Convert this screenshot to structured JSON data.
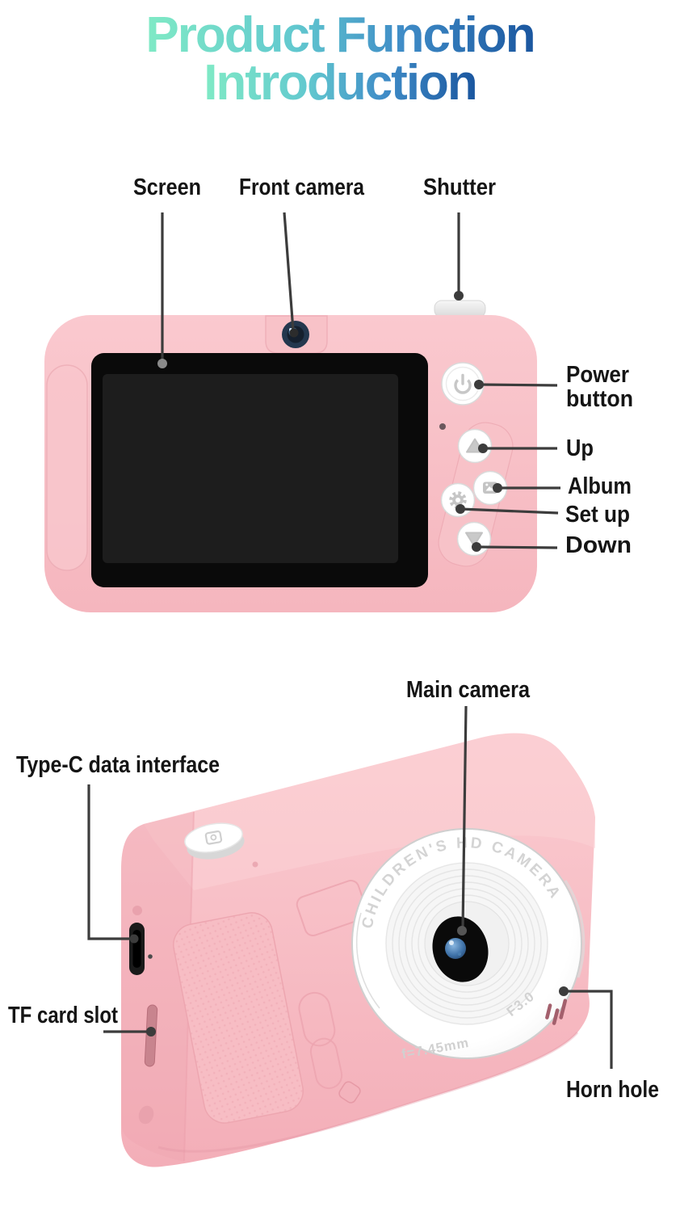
{
  "title": {
    "line1": "Product Function",
    "line2": "Introduction"
  },
  "back_view": {
    "labels": {
      "screen": "Screen",
      "front_camera": "Front camera",
      "shutter": "Shutter",
      "power_line1": "Power",
      "power_line2": "button",
      "up": "Up",
      "album": "Album",
      "set_up": "Set up",
      "down": "Down"
    }
  },
  "front_view": {
    "labels": {
      "main_camera": "Main camera",
      "type_c": "Type-C data interface",
      "tf_card": "TF card slot",
      "horn_hole": "Horn hole"
    },
    "lens_text": {
      "brand_arc": "CHILDREN'S HD CAMERA",
      "aperture": "F3.0",
      "focal": "f=7.45mm"
    }
  },
  "colors": {
    "body_pink": "#f7bcc3",
    "body_pink_light": "#fbced3",
    "body_pink_dark": "#f2acb6",
    "emboss_pink": "#eca4af",
    "screen_black": "#0a0a0a",
    "lens_ring_white": "#fcfcfc",
    "leader_line": "#3c3c3c",
    "label_text": "#151515",
    "title_gradient_start": "#80eac5",
    "title_gradient_mid": "#3f8cc7",
    "title_gradient_end": "#1a569f",
    "button_icon_gray": "#c7c7c7",
    "lens_iris_blue": "#3f72a8"
  }
}
